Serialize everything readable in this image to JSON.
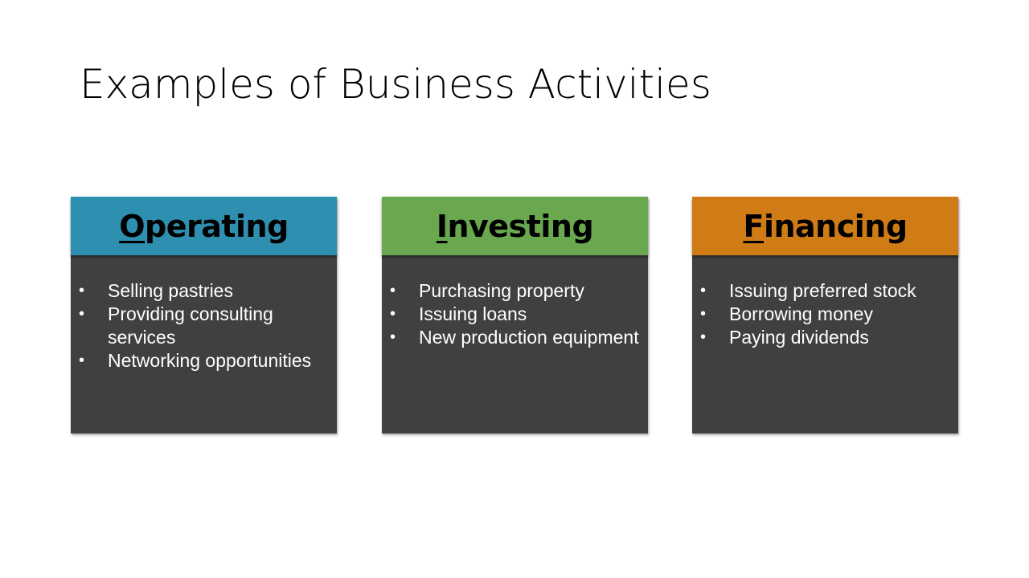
{
  "slide": {
    "title": "Examples of Business Activities"
  },
  "cards": [
    {
      "heading_initial": "O",
      "heading_rest": "perating",
      "header_color": "#2e8fb0",
      "items": [
        "Selling pastries",
        "Providing consulting services",
        "Networking opportunities"
      ]
    },
    {
      "heading_initial": "I",
      "heading_rest": "nvesting",
      "header_color": "#6aa84f",
      "items": [
        "Purchasing property",
        "Issuing loans",
        "New production equipment"
      ]
    },
    {
      "heading_initial": "F",
      "heading_rest": "inancing",
      "header_color": "#d07c16",
      "items": [
        "Issuing preferred stock",
        "Borrowing money",
        "Paying dividends"
      ]
    }
  ],
  "bullet_glyph": "•"
}
